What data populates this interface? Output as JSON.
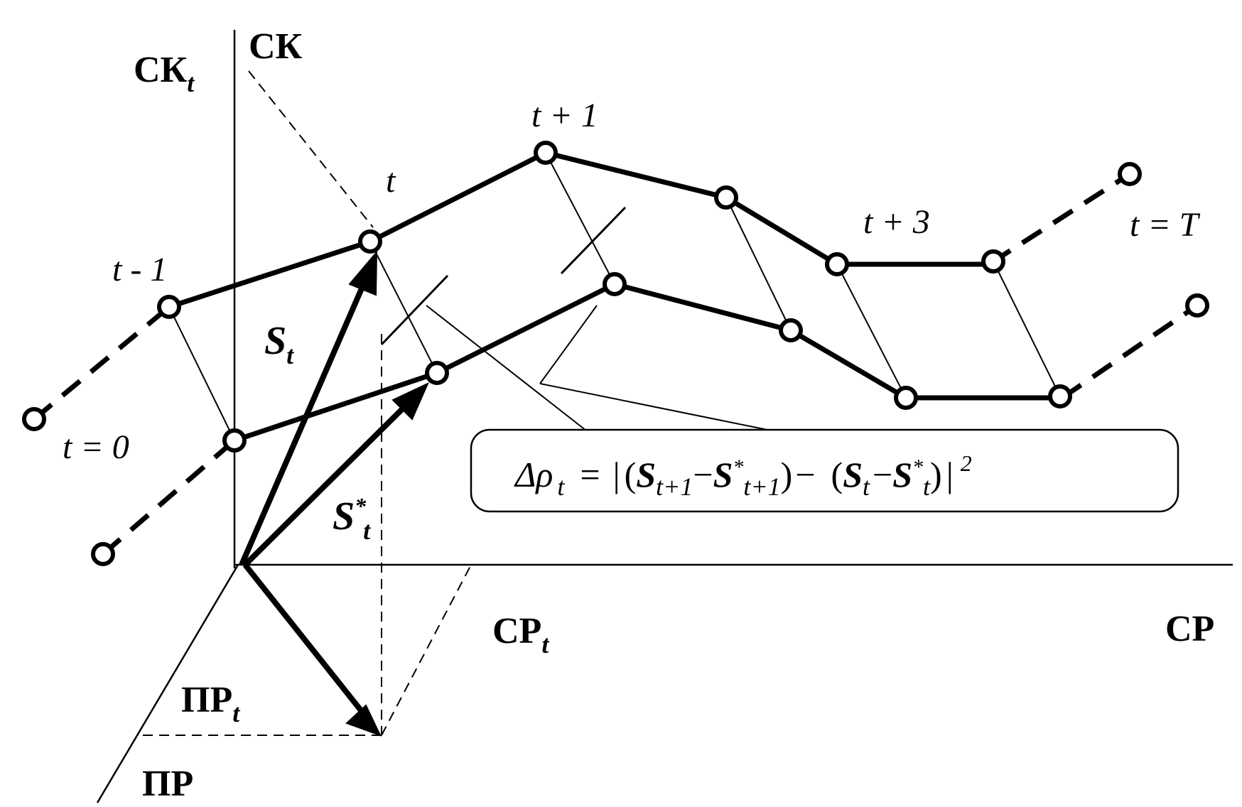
{
  "axes": {
    "vertical": "СК",
    "horizontal": "СР",
    "depth": "ПР"
  },
  "projection_labels": {
    "sk_t": {
      "main": "СК",
      "sub": "t"
    },
    "sr_t": {
      "main": "СР",
      "sub": "t"
    },
    "pr_t": {
      "main": "ПР",
      "sub": "t"
    }
  },
  "time_labels": {
    "t0": "t = 0",
    "t_minus_1": "t - 1",
    "t": "t",
    "t_plus_1": "t + 1",
    "t_plus_3": "t + 3",
    "t_T": "t = T"
  },
  "vector_labels": {
    "s_t": {
      "main": "S",
      "sub": "t"
    },
    "s_star_t": {
      "main": "S",
      "sup": "*",
      "sub": "t"
    }
  },
  "formula": {
    "lhs": "Δρ",
    "lhs_sub": "t",
    "eq": "=",
    "bar_open": "|",
    "p1_open": "(",
    "s1": "S",
    "s1_sub": "t+1",
    "minus1": "−",
    "s2": "S",
    "s2_sup": "*",
    "s2_sub": "t+1",
    "p1_close": ")",
    "minus_mid": "−",
    "p2_open": "(",
    "s3": "S",
    "s3_sub": "t",
    "minus2": "−",
    "s4": "S",
    "s4_sup": "*",
    "s4_sub": "t",
    "p2_close": ")",
    "bar_close": "|",
    "power": "2"
  },
  "colors": {
    "ink": "#000000",
    "background": "#ffffff"
  }
}
